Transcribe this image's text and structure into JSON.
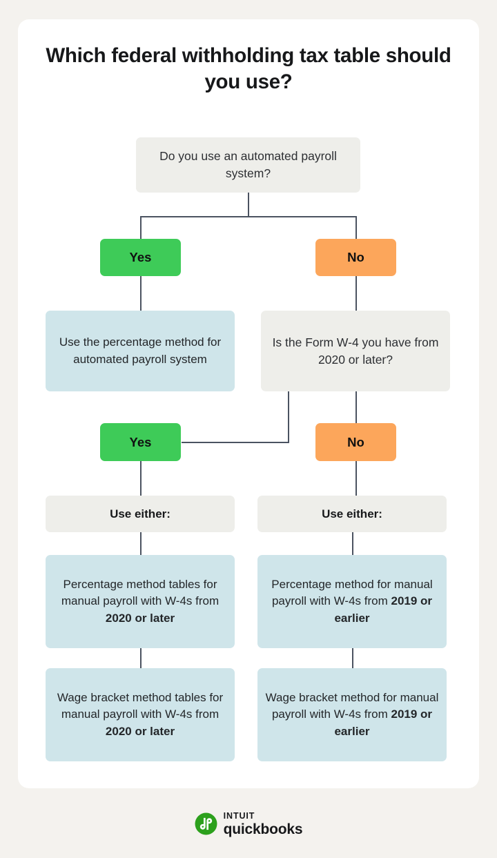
{
  "page": {
    "background_color": "#f4f2ee",
    "card_color": "#ffffff",
    "title": "Which federal withholding tax table should you use?"
  },
  "palette": {
    "yes_green": "#3ecb58",
    "no_orange": "#fca65b",
    "info_blue": "#cfe5ea",
    "question_gray": "#eeeeea",
    "connector": "#4a5260",
    "text_dark": "#17181a"
  },
  "flowchart": {
    "question_1": {
      "text": "Do you use an automated payroll system?"
    },
    "branch_1": {
      "yes_label": "Yes",
      "no_label": "No"
    },
    "yes_outcome": {
      "text": "Use the percentage method for automated payroll system"
    },
    "question_2": {
      "text": "Is the Form W-4 you have from 2020 or later?"
    },
    "branch_2": {
      "yes_label": "Yes",
      "no_label": "No"
    },
    "left_column": {
      "either_label": "Use either:",
      "options": [
        {
          "lead": "Percentage method tables for manual payroll with W-4s from ",
          "emphasis": "2020 or later"
        },
        {
          "lead": "Wage bracket method tables for manual payroll with W-4s from ",
          "emphasis": "2020 or later"
        }
      ]
    },
    "right_column": {
      "either_label": "Use either:",
      "options": [
        {
          "lead": "Percentage method for manual payroll with W-4s from ",
          "emphasis": "2019 or earlier"
        },
        {
          "lead": "Wage bracket method for manual payroll with W-4s from ",
          "emphasis": "2019 or earlier"
        }
      ]
    }
  },
  "footer": {
    "logo_mark": "quickbooks-qb-circle-icon",
    "brand_top": "INTUIT",
    "brand_bottom": "quickbooks"
  }
}
